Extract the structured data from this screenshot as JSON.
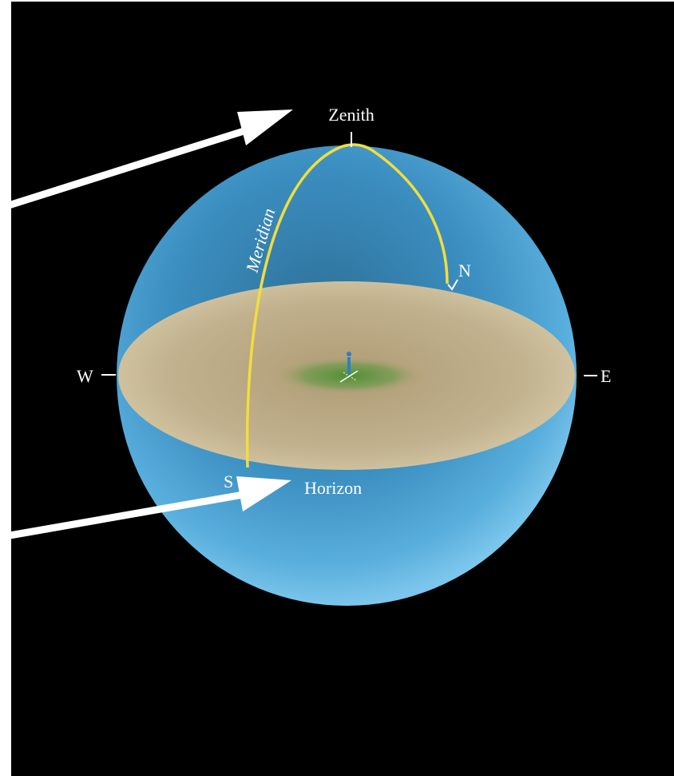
{
  "diagram": {
    "labels": {
      "zenith": "Zenith",
      "meridian": "Meridian",
      "north": "N",
      "south": "S",
      "east": "E",
      "west": "W",
      "horizon": "Horizon"
    },
    "colors": {
      "background": "#000000",
      "page": "#ffffff",
      "sphere": "#3f95c6",
      "horizon_plane": "#c9b48c",
      "meridian": "#f2dd3c",
      "arrows": "#ffffff",
      "ground": "#5a9a3a",
      "observer": "#2f7fbf"
    },
    "icons": {
      "observer": "person-figure-icon",
      "arrows": "arrow-icon"
    }
  }
}
